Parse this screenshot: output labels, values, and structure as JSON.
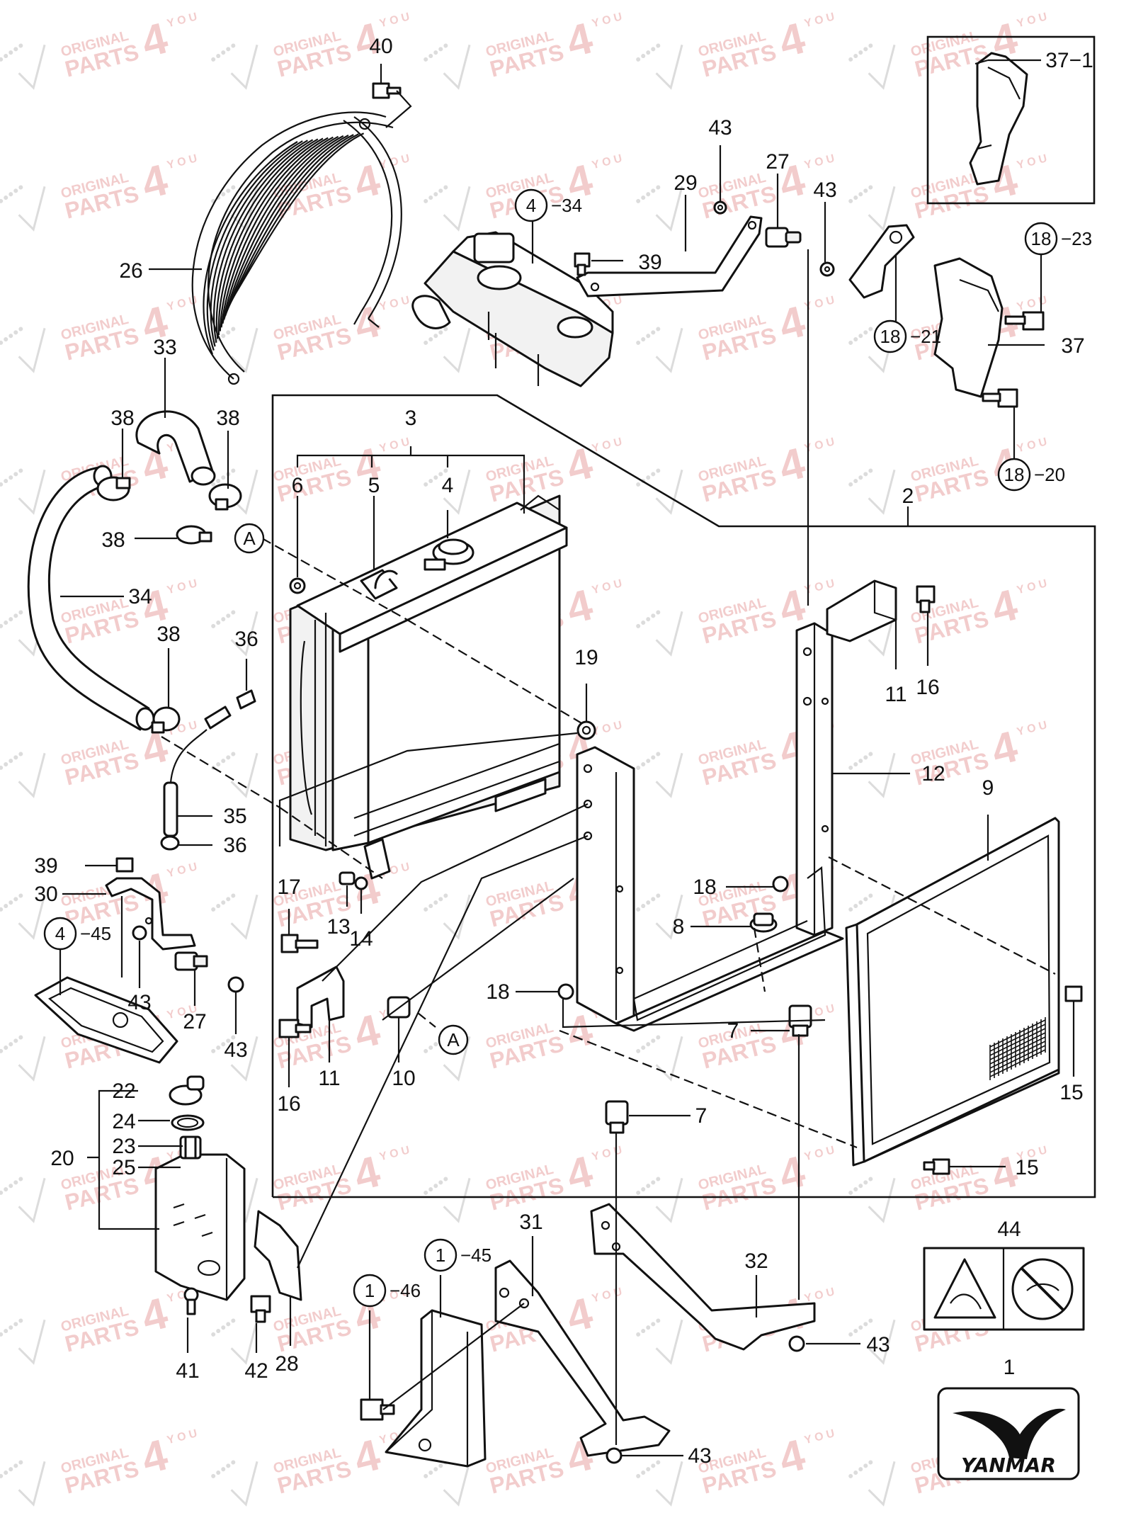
{
  "diagram": {
    "labels": {
      "l1": "1",
      "l2": "2",
      "l3": "3",
      "l4": "4",
      "l5": "5",
      "l6": "6",
      "l7a": "7",
      "l7b": "7",
      "l8": "8",
      "l9": "9",
      "l10": "10",
      "l11a": "11",
      "l11b": "11",
      "l12": "12",
      "l13": "13",
      "l14": "14",
      "l15a": "15",
      "l15b": "15",
      "l16a": "16",
      "l16b": "16",
      "l17": "17",
      "l18a": "18",
      "l18b": "18",
      "l19": "19",
      "l20": "20",
      "l22": "22",
      "l23": "23",
      "l24": "24",
      "l25": "25",
      "l26": "26",
      "l27a": "27",
      "l27b": "27",
      "l28": "28",
      "l29": "29",
      "l30": "30",
      "l31": "31",
      "l32": "32",
      "l33": "33",
      "l34": "34",
      "l35": "35",
      "l36a": "36",
      "l36b": "36",
      "l37": "37",
      "l37_1": "37−1",
      "l38a": "38",
      "l38b": "38",
      "l38c": "38",
      "l38d": "38",
      "l39a": "39",
      "l39b": "39",
      "l40": "40",
      "l41": "41",
      "l42": "42",
      "l43a": "43",
      "l43b": "43",
      "l43c": "43",
      "l43d": "43",
      "l43e": "43",
      "l43f": "43",
      "l44": "44"
    },
    "refs": {
      "r4_34": {
        "num": "4",
        "suffix": "−34"
      },
      "r4_45": {
        "num": "4",
        "suffix": "−45"
      },
      "r18_23": {
        "num": "18",
        "suffix": "−23"
      },
      "r18_21": {
        "num": "18",
        "suffix": "−21"
      },
      "r18_20": {
        "num": "18",
        "suffix": "−20"
      },
      "r1_45": {
        "num": "1",
        "suffix": "−45"
      },
      "r1_46": {
        "num": "1",
        "suffix": "−46"
      }
    },
    "connectors": {
      "a_upper": "A",
      "a_lower": "A"
    }
  },
  "brand_logo": {
    "text": "YANMAR"
  },
  "watermark": {
    "line1": "ORIGINAL",
    "line2": "PARTS",
    "mark": "4",
    "sup": "Y O U",
    "color": "#c81e1e"
  }
}
